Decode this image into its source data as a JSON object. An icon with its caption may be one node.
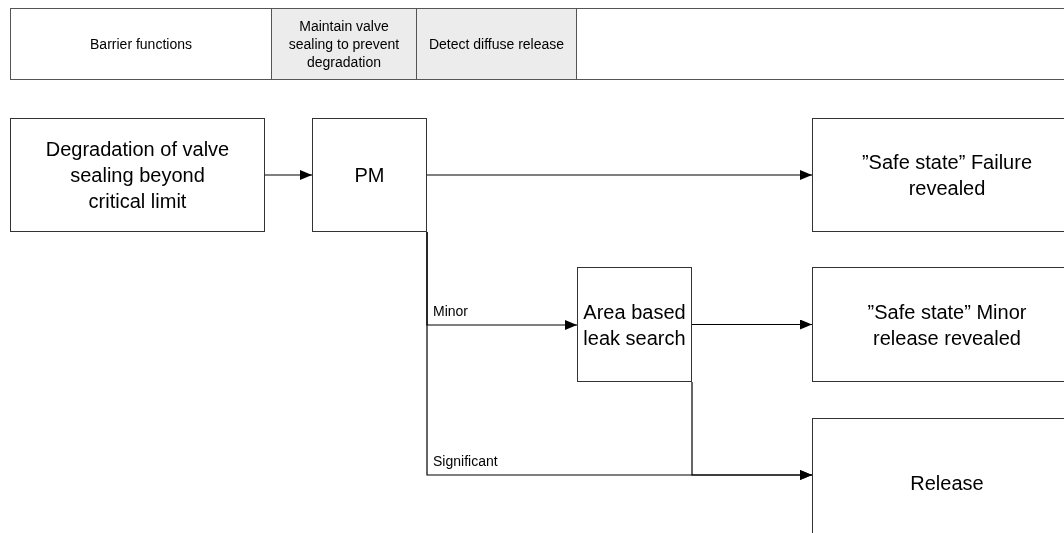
{
  "diagram": {
    "nodes": [
      {
        "text": [
          "Barrier functions"
        ]
      },
      {
        "text": [
          "Maintain valve sealing to prevent degradation"
        ]
      },
      {
        "text": [
          "Detect diffuse release"
        ]
      },
      {
        "text": [
          "Degradation of valve sealing beyond critical limit"
        ]
      },
      {
        "text": [
          "PM"
        ]
      },
      {
        "text": [
          "”Safe state” Failure revealed"
        ]
      },
      {
        "text": [
          "Area based leak search"
        ]
      },
      {
        "text": [
          "”Safe state” Minor release revealed"
        ]
      },
      {
        "text": [
          "Release"
        ]
      }
    ],
    "edges": [
      {
        "from": 3,
        "to": 4,
        "arrow": "to"
      },
      {
        "from": 4,
        "to": 5,
        "arrow": "to"
      },
      {
        "from": 4,
        "to": 6,
        "arrow": "to",
        "label": "Minor"
      },
      {
        "from": 6,
        "to": 7,
        "arrow": "to"
      },
      {
        "from": 4,
        "to": 8,
        "arrow": "to",
        "label": "Significant"
      },
      {
        "from": 6,
        "to": 8,
        "arrow": "to"
      }
    ]
  }
}
